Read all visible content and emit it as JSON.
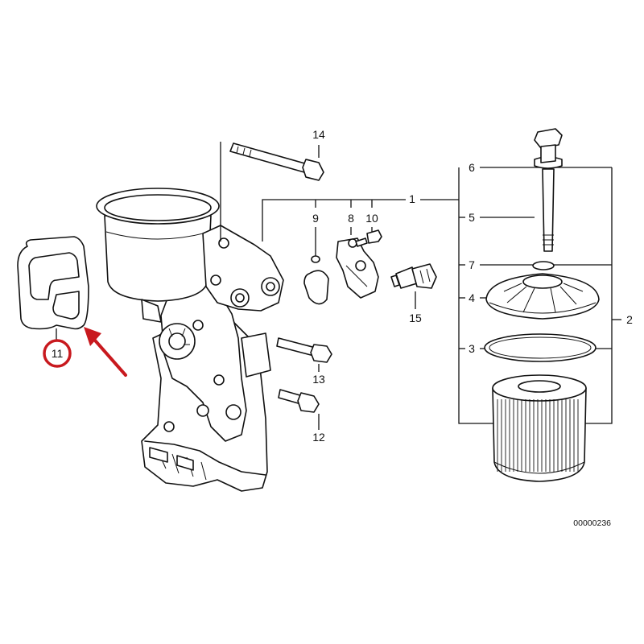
{
  "diagram": {
    "reference_code": "00000236",
    "callouts": {
      "c1": "1",
      "c2": "2",
      "c3": "3",
      "c4": "4",
      "c5": "5",
      "c6": "6",
      "c7": "7",
      "c8": "8",
      "c9": "9",
      "c10": "10",
      "c11": "11",
      "c12": "12",
      "c13": "13",
      "c14": "14",
      "c15": "15"
    },
    "highlight": {
      "callout": "11",
      "color": "#c8191e"
    },
    "colors": {
      "line": "#111111",
      "background": "#ffffff",
      "highlight": "#c8191e"
    }
  }
}
